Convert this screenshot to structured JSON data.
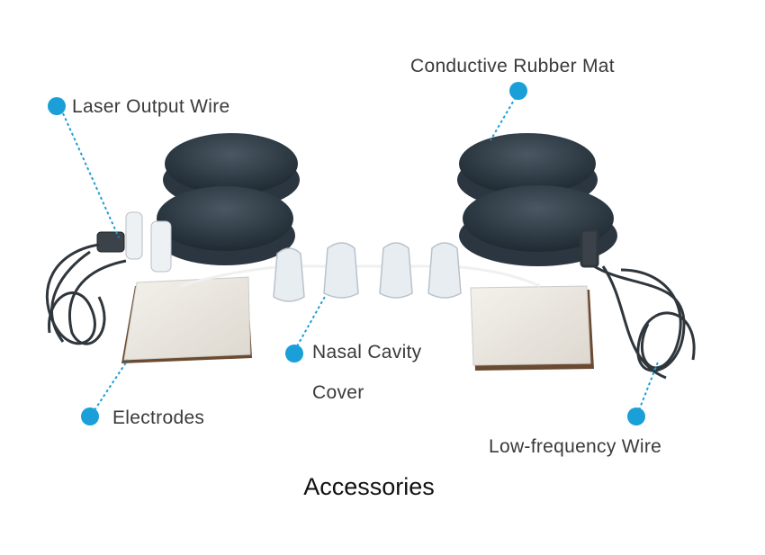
{
  "labels": {
    "laser_output_wire": "Laser Output Wire",
    "conductive_rubber_mat": "Conductive Rubber Mat",
    "nasal_cavity_line1": "Nasal Cavity",
    "nasal_cavity_line2": "Cover",
    "electrodes": "Electrodes",
    "low_frequency_wire": "Low-frequency Wire"
  },
  "caption": "Accessories",
  "colors": {
    "accent": "#1a9fd9",
    "pad": "#2e3a44",
    "text": "#3a3a3a"
  }
}
